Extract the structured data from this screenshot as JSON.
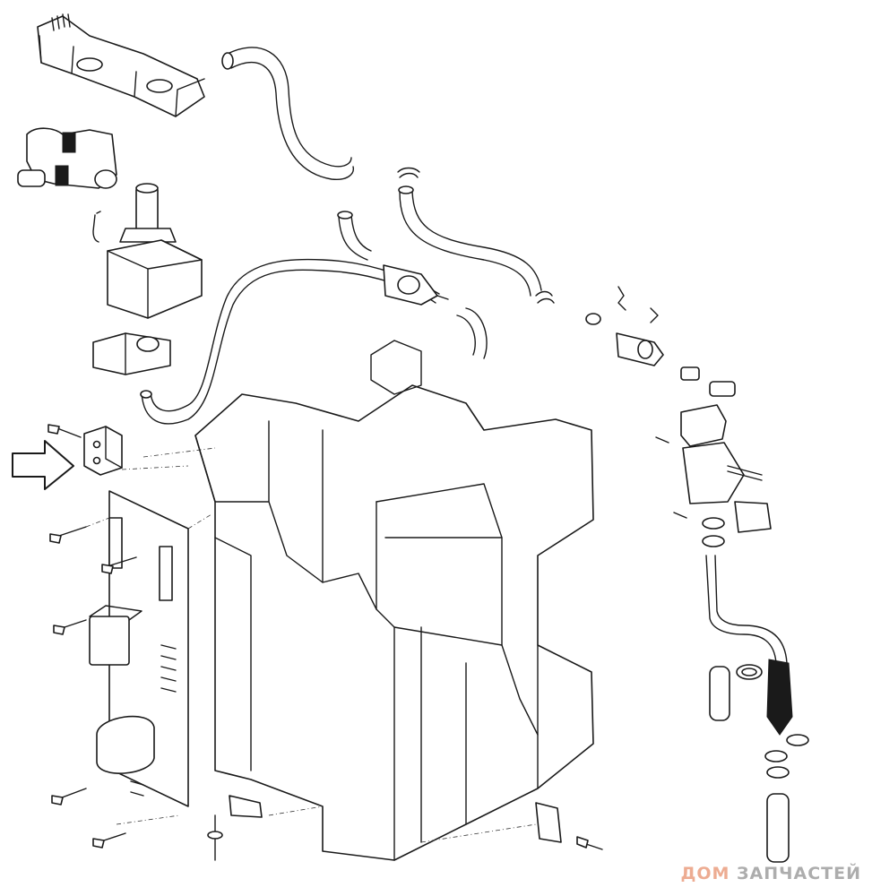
{
  "watermark": {
    "part1": "ДОМ",
    "part2": "ЗАПЧАСТЕЙ",
    "color_part1": "#e06a3a",
    "color_part2": "#6b6b6b"
  },
  "pointer": {
    "icon": "arrow-right-outline-icon",
    "target": "mounting-bracket"
  },
  "line_color": "#1a1a1a",
  "background": "#ffffff"
}
